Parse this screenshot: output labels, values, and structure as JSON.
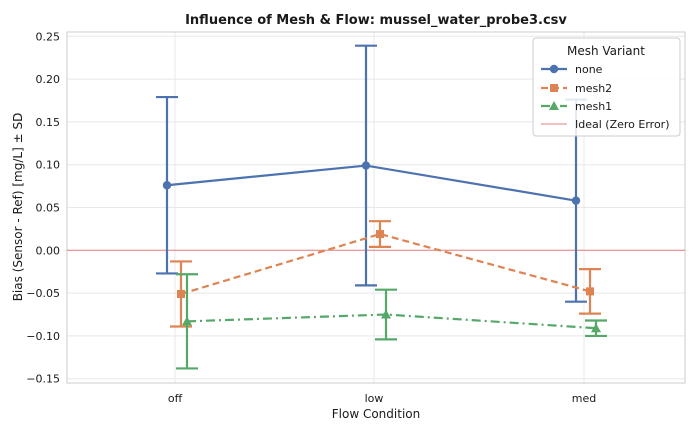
{
  "chart_data": {
    "type": "line",
    "title": "Influence of Mesh & Flow: mussel_water_probe3.csv",
    "xlabel": "Flow Condition",
    "ylabel": "Bias (Sensor - Ref) [mg/L] ± SD",
    "categories": [
      "off",
      "low",
      "med"
    ],
    "ylim": [
      -0.155,
      0.255
    ],
    "yticks": [
      -0.15,
      -0.1,
      -0.05,
      0.0,
      0.05,
      0.1,
      0.15,
      0.2,
      0.25
    ],
    "ytick_labels": [
      "−0.15",
      "−0.10",
      "−0.05",
      "0.00",
      "0.05",
      "0.10",
      "0.15",
      "0.20",
      "0.25"
    ],
    "grid": true,
    "reference_line": {
      "value": 0.0,
      "label": "Ideal (Zero Error)",
      "color": "#e8807f"
    },
    "series": [
      {
        "name": "none",
        "color": "#4c72b0",
        "marker": "circle",
        "dash": "solid",
        "values": [
          0.076,
          0.099,
          0.058
        ],
        "sd": [
          0.103,
          0.14,
          0.118
        ]
      },
      {
        "name": "mesh2",
        "color": "#dd8452",
        "marker": "square",
        "dash": "dashed",
        "values": [
          -0.051,
          0.019,
          -0.048
        ],
        "sd": [
          0.038,
          0.015,
          0.026
        ]
      },
      {
        "name": "mesh1",
        "color": "#55a868",
        "marker": "triangle",
        "dash": "dashdot",
        "values": [
          -0.083,
          -0.075,
          -0.091
        ],
        "sd": [
          0.055,
          0.029,
          0.009
        ]
      }
    ],
    "legend": {
      "title": "Mesh Variant",
      "placement": "top-right"
    }
  }
}
